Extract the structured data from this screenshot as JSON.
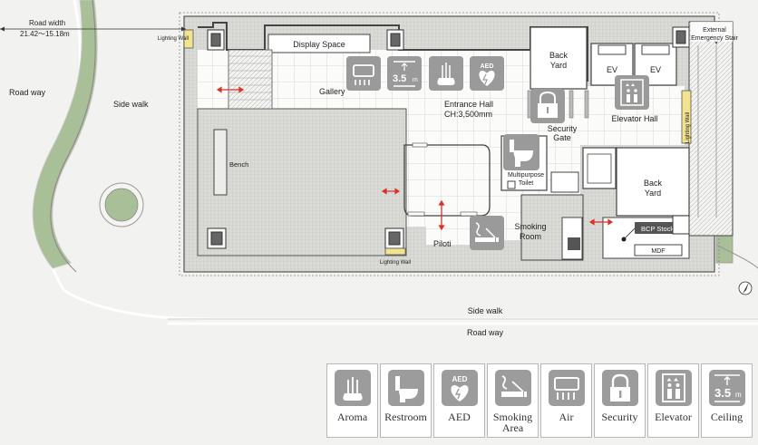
{
  "map_labels": {
    "road_width": "Road width",
    "road_width_value": "21.42～15.18m",
    "road_way_left": "Road way",
    "side_walk_left": "Side walk",
    "side_walk_bottom": "Side walk",
    "road_way_bottom": "Road way",
    "lighting_wall_top": "Lighting Wall",
    "lighting_wall_bottom": "Lighting Wall",
    "lighting_wall_right": "Lighting Wall",
    "display_space": "Display Space",
    "gallery": "Gallery",
    "entrance_hall": "Entrance Hall",
    "entrance_hall_ch": "CH:3,500mm",
    "back_yard_top_1": "Back",
    "back_yard_top_2": "Yard",
    "ev_left": "EV",
    "ev_right": "EV",
    "external_stair_1": "External",
    "external_stair_2": "Emergency Stair",
    "security_gate_1": "Security",
    "security_gate_2": "Gate",
    "elevator_hall": "Elevator Hall",
    "bench": "Bench",
    "multipurpose_toilet_1": "Multipurpose",
    "multipurpose_toilet_2": "Toilet",
    "back_yard_right_1": "Back",
    "back_yard_right_2": "Yard",
    "smoking_room_1": "Smoking",
    "smoking_room_2": "Room",
    "bcp_stocks": "BCP Stocks",
    "mdf": "MDF",
    "piloti": "Piloti",
    "ceiling_value": "3.5",
    "ceiling_unit": "m",
    "aed": "AED"
  },
  "legend": [
    {
      "icon": "aroma-icon",
      "label": "Aroma"
    },
    {
      "icon": "restroom-icon",
      "label": "Restroom"
    },
    {
      "icon": "aed-icon",
      "label": "AED"
    },
    {
      "icon": "smoking-icon",
      "label": "Smoking Area"
    },
    {
      "icon": "air-icon",
      "label": "Air"
    },
    {
      "icon": "security-icon",
      "label": "Security"
    },
    {
      "icon": "elevator-icon",
      "label": "Elevator"
    },
    {
      "icon": "ceiling-icon",
      "label": "Ceiling"
    }
  ],
  "colors": {
    "green_strip": "#a9bf98",
    "lighting_wall": "#f3e28e",
    "arrow_red": "#d8322a",
    "icon_gray": "#9a9a9a",
    "tile_fill": "#d9d9d5"
  }
}
